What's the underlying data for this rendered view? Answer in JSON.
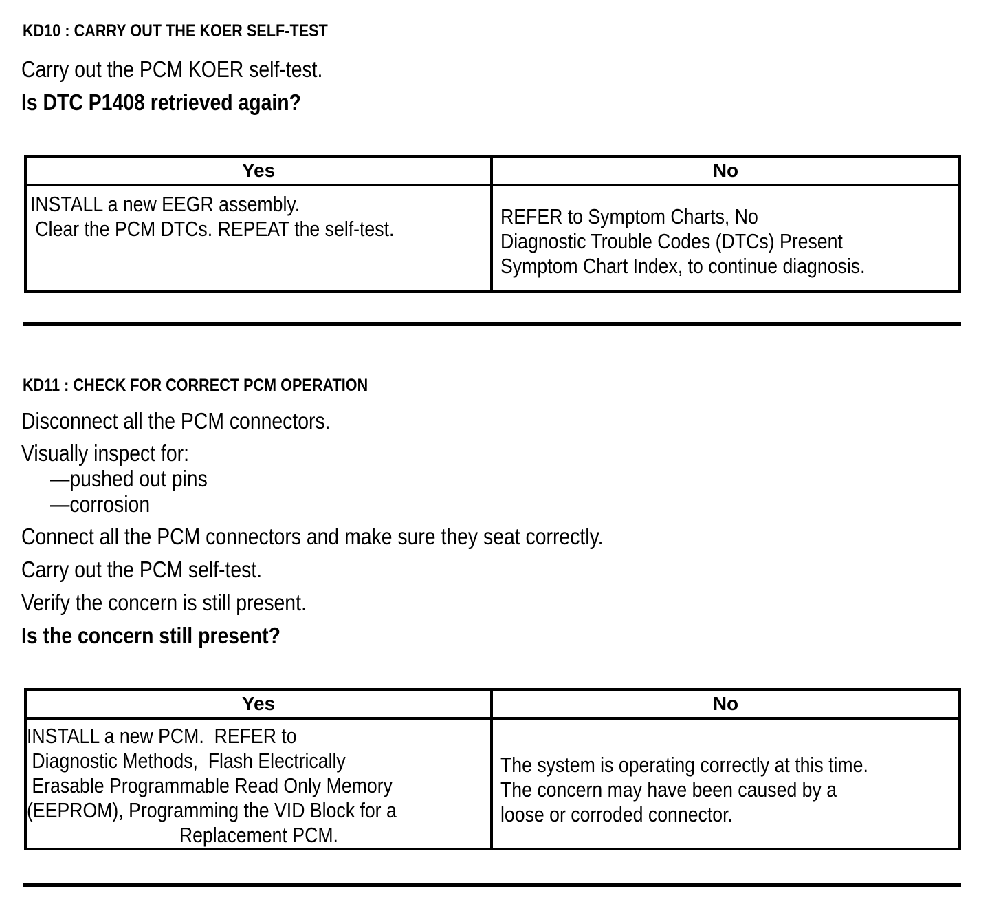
{
  "document": {
    "sections": [
      {
        "id": "KD10",
        "title": "KD10 : CARRY OUT THE KOER SELF-TEST",
        "steps": [
          "Carry out the PCM KOER self-test."
        ],
        "question": "Is DTC P1408 retrieved again?",
        "table": {
          "headers": {
            "yes": "Yes",
            "no": "No"
          },
          "yes_lines": [
            "INSTALL a new EEGR assembly.",
            " Clear the PCM DTCs. REPEAT the self-test."
          ],
          "no_lines": [
            "REFER to Symptom Charts, No",
            "Diagnostic Trouble Codes (DTCs) Present",
            "Symptom Chart Index, to continue diagnosis."
          ]
        }
      },
      {
        "id": "KD11",
        "title": "KD11 : CHECK FOR CORRECT PCM OPERATION",
        "steps": [
          "Disconnect all the PCM connectors.",
          "Visually inspect for:",
          "Connect all the PCM connectors and make sure they seat correctly.",
          "Carry out the PCM self-test.",
          "Verify the concern is still present."
        ],
        "subitems": [
          "—pushed out pins",
          "—corrosion"
        ],
        "question": "Is the concern still present?",
        "table": {
          "headers": {
            "yes": "Yes",
            "no": "No"
          },
          "yes_lines": [
            "INSTALL a new PCM.  REFER to",
            " Diagnostic Methods,  Flash Electrically",
            " Erasable Programmable Read Only Memory",
            "(EEPROM), Programming the VID Block for a",
            "Replacement PCM."
          ],
          "no_lines": [
            "The system is operating correctly at this time.",
            "The concern may have been caused by a",
            "loose or corroded connector."
          ]
        }
      }
    ],
    "colors": {
      "text": "#000000",
      "background": "#ffffff",
      "rule": "#000000"
    }
  }
}
